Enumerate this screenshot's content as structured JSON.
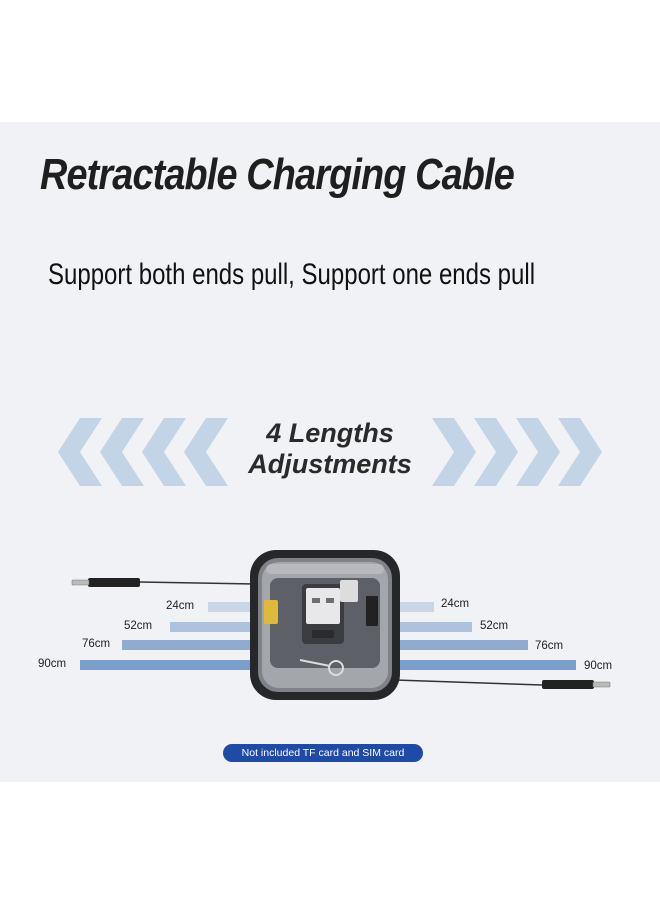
{
  "title": "Retractable Charging Cable",
  "subtitle": "Support both ends pull, Support one ends pull",
  "adjust_line1": "4 Lengths",
  "adjust_line2": "Adjustments",
  "lengths": {
    "left_24": "24cm",
    "left_52": "52cm",
    "left_76": "76cm",
    "left_90": "90cm",
    "right_24": "24cm",
    "right_52": "52cm",
    "right_76": "76cm",
    "right_90": "90cm"
  },
  "note": "Not included TF card and SIM card",
  "colors": {
    "bar_24": "#c9d6e6",
    "bar_52": "#adc2dc",
    "bar_76": "#8fabd0",
    "bar_90": "#7b9fcc",
    "arrow": "#c3d4e6",
    "note_bg": "#1f4aa6"
  }
}
